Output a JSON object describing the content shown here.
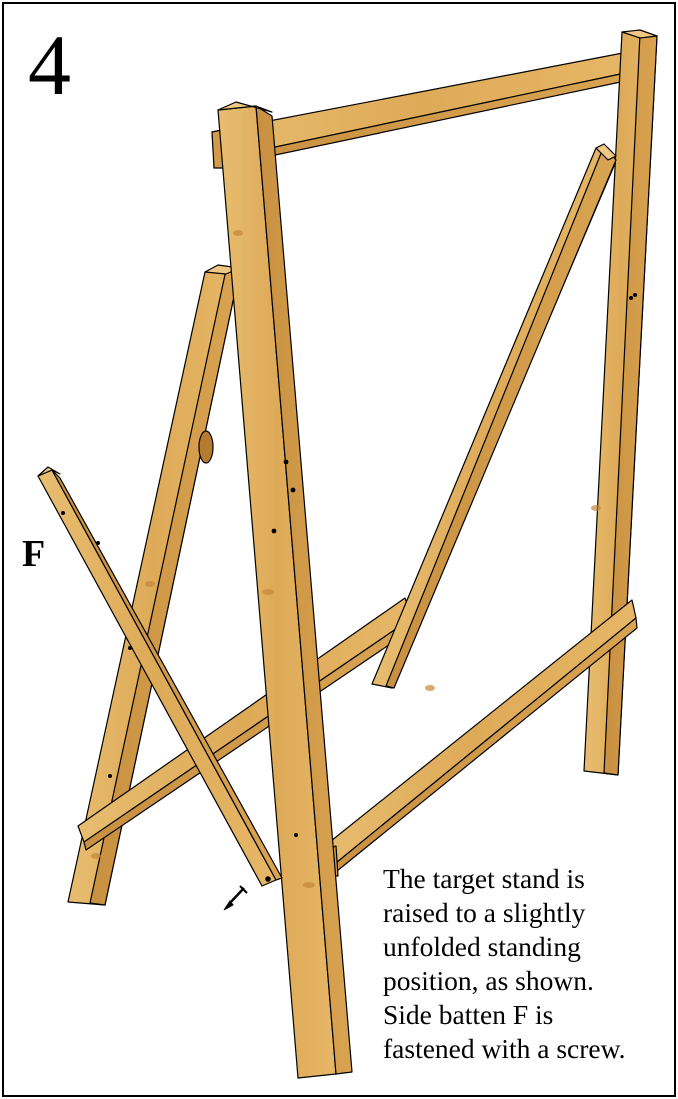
{
  "figure": {
    "step_number": "4",
    "part_label": "F",
    "caption_lines": [
      "The target stand is",
      "raised to a slightly",
      "unfolded standing",
      "position, as shown.",
      "Side batten F is",
      "fastened with a screw."
    ]
  },
  "colors": {
    "wood": "#E2B25F",
    "wood_dark": "#C18A3A",
    "wood_light": "#F2CF8A",
    "outline": "#000000"
  }
}
